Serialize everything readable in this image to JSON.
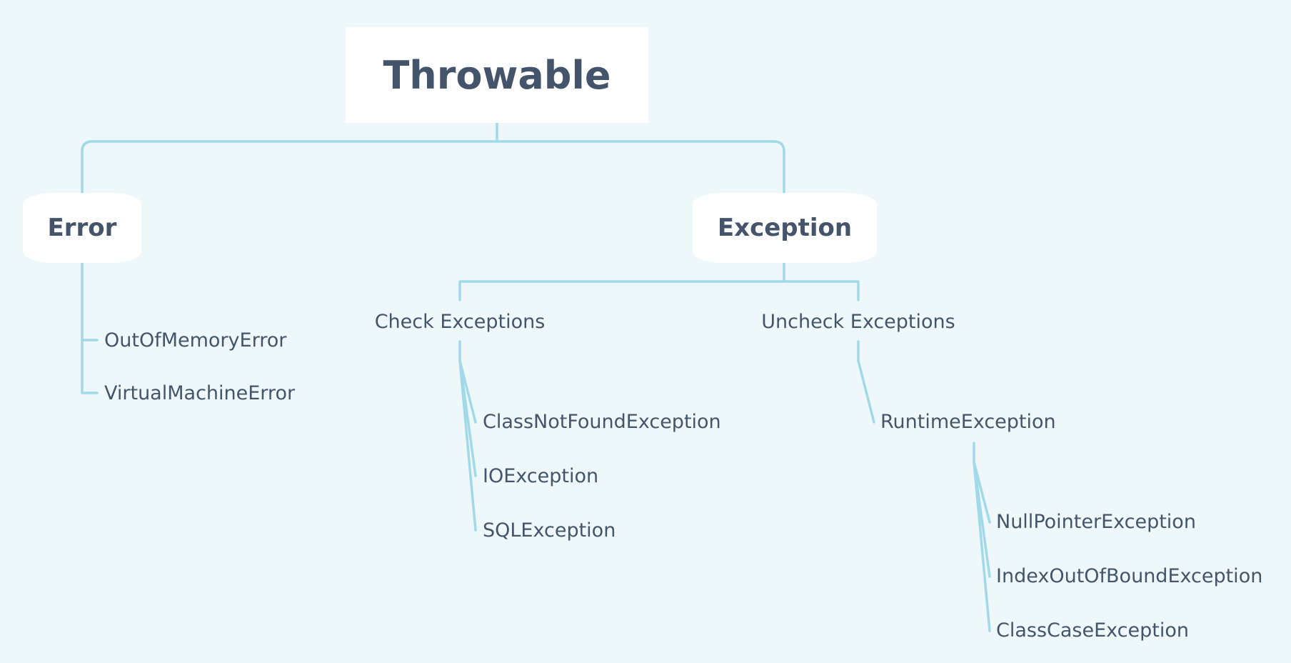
{
  "root": {
    "label": "Throwable"
  },
  "error": {
    "label": "Error",
    "children": [
      "OutOfMemoryError",
      "VirtualMachineError"
    ]
  },
  "exception": {
    "label": "Exception",
    "check": {
      "label": "Check Exceptions",
      "children": [
        "ClassNotFoundException",
        "IOException",
        "SQLException"
      ]
    },
    "uncheck": {
      "label": "Uncheck Exceptions",
      "runtime": {
        "label": "RuntimeException",
        "children": [
          "NullPointerException",
          "IndexOutOfBoundException",
          "ClassCaseException"
        ]
      }
    }
  },
  "colors": {
    "background": "#eef8fa",
    "connector": "#a2d9e8",
    "text": "#44546a",
    "node_fill": "#ffffff"
  }
}
